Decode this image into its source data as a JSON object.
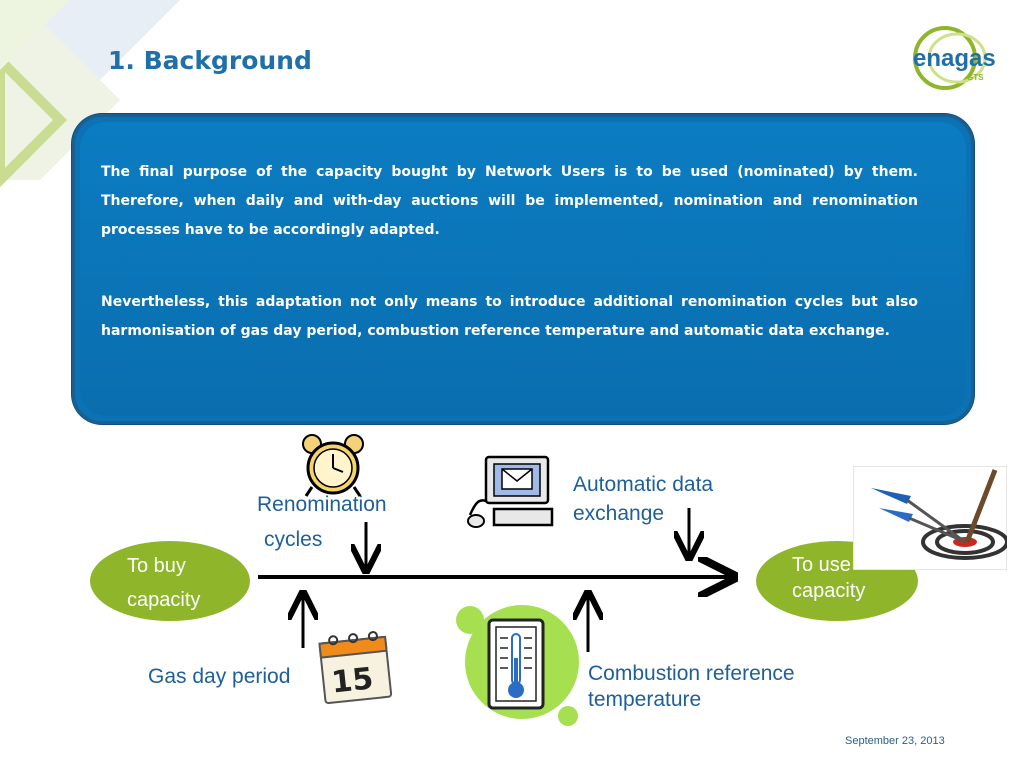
{
  "title": "1. Background",
  "logo": {
    "name": "enagas",
    "sub": "GTS"
  },
  "panel": {
    "paragraph1": "The final purpose of the capacity bought by Network Users is to be used (nominated) by them. Therefore, when daily and with-day auctions will be implemented, nomination and renomination processes have to be accordingly adapted.",
    "paragraph2": "Nevertheless, this adaptation not only means to introduce additional renomination cycles but also harmonisation of gas day period, combustion reference temperature and automatic data exchange."
  },
  "diagram": {
    "start_line1": "To buy",
    "start_line2": "capacity",
    "end_line1": "To use",
    "end_line2": "capacity",
    "renomination_line1": "Renomination",
    "renomination_line2": "cycles",
    "automatic_line1": "Automatic data",
    "automatic_line2": "exchange",
    "gas_day": "Gas day period",
    "combustion_line1": "Combustion reference",
    "combustion_line2": "temperature",
    "calendar_day": "15"
  },
  "footer": {
    "date": "September 23, 2013"
  },
  "colors": {
    "accent_blue": "#0a72b5",
    "oval_green": "#8fb52a",
    "label_blue": "#1f5f99"
  },
  "icons": [
    "alarm-clock-icon",
    "computer-mail-icon",
    "darts-target-icon",
    "calendar-icon",
    "thermometer-icon"
  ]
}
